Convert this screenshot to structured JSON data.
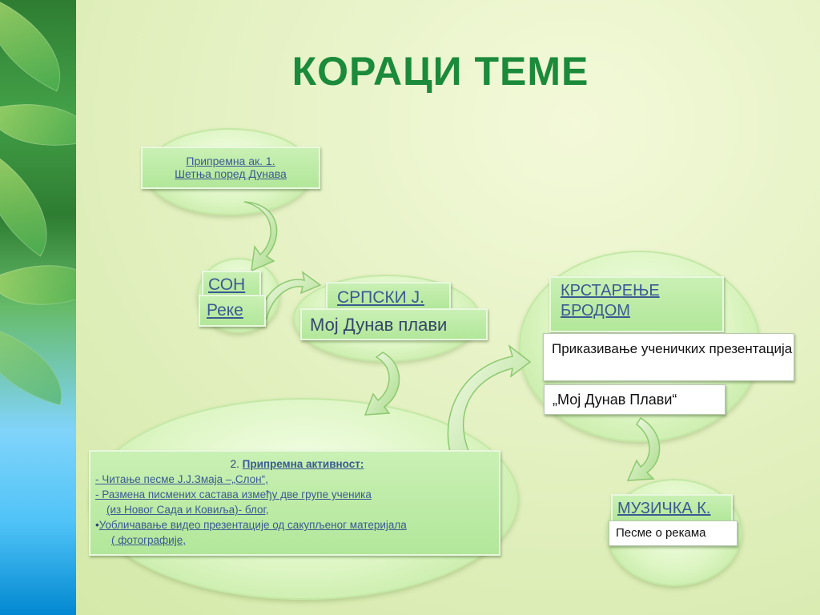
{
  "title": "КОРАЦИ ТЕМЕ",
  "prep1": {
    "line1": "Припремна ак. 1.",
    "line2": "Шетња поред Дунава"
  },
  "son": {
    "top": "СОН",
    "bottom": "Реке"
  },
  "srpski": {
    "top": "СРПСКИ Ј.",
    "bottom": "Мој Дунав плави"
  },
  "krstarenje": {
    "line1": "КРСТАРЕЊЕ",
    "line2": "БРОДОМ",
    "presentation": "Приказивање ученичких презентација",
    "quote": "„Мој Дунав Плави“"
  },
  "prep2": {
    "num": "2.",
    "heading": "Припремна активност:",
    "items": [
      "- Читање песме Ј.Ј.Змаја –„Слон“,",
      "- Размена писмених састава између две групе ученика",
      "(из Новог Сада и Ковиља)- блог,",
      "Уобличавање видео презентације од сакупљеног материјала",
      "( фотографије,"
    ],
    "bullet": "•"
  },
  "muzicka": {
    "top": "МУЗИЧКА К.",
    "bottom": "Песме о рекама"
  },
  "colors": {
    "title": "#1b8a3a",
    "box": "#b2e79a",
    "link": "#3a5a93",
    "bubble": "#dcf5c2"
  }
}
